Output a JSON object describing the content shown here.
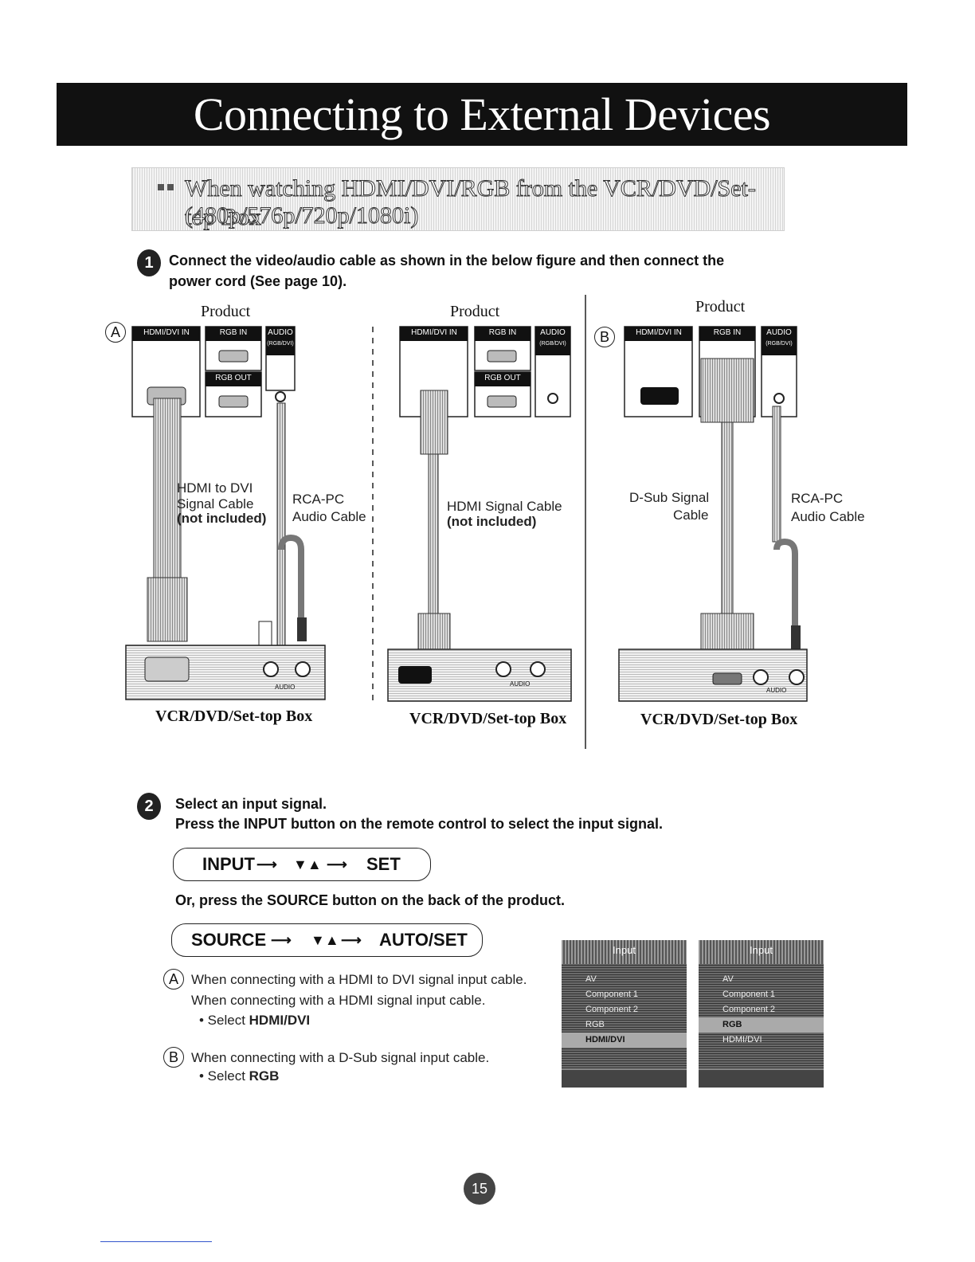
{
  "page_title": "Connecting to External Devices",
  "section": {
    "line1": "When watching HDMI/DVI/RGB from the VCR/DVD/Set-top Box",
    "line2": "(480p/576p/720p/1080i)"
  },
  "step1": {
    "badge": "1",
    "text_line1": "Connect the video/audio cable as shown in the below figure and then connect the",
    "text_line2": "power cord (See page 10)."
  },
  "diagrams": {
    "product_label": "Product",
    "device_label": "VCR/DVD/Set-top Box",
    "tag_a": "A",
    "tag_b": "B",
    "ports": {
      "hdmi_dvi_in": "HDMI/DVI IN",
      "rgb_in": "RGB IN",
      "rgb_out": "RGB OUT",
      "audio": "AUDIO",
      "audio_sub": "(RGB/DVI)",
      "audio_out": "AUDIO"
    },
    "a1": {
      "cable1_line1": "HDMI to DVI",
      "cable1_line2": "Signal Cable",
      "cable1_line3": "(not included)",
      "cable2_line1": "RCA-PC",
      "cable2_line2": "Audio Cable"
    },
    "a2": {
      "cable_line1": "HDMI Signal Cable",
      "cable_line2": "(not included)"
    },
    "b": {
      "cable1_line1": "D-Sub Signal",
      "cable1_line2": "Cable",
      "cable2_line1": "RCA-PC",
      "cable2_line2": "Audio Cable"
    }
  },
  "step2": {
    "badge": "2",
    "line1": "Select an input signal.",
    "line2": "Press the INPUT button on the remote control to select the input signal.",
    "seq1": {
      "a": "INPUT",
      "b": "SET"
    },
    "or_text": "Or, press the SOURCE button on the back of the product.",
    "seq2": {
      "a": "SOURCE",
      "b": "AUTO/SET"
    },
    "arrow_glyph": "⟶",
    "updown_glyph": "▼▲"
  },
  "notes": {
    "a_tag": "A",
    "a_line1": "When connecting with a HDMI to DVI signal input cable.",
    "a_line2": "When connecting with a HDMI signal input cable.",
    "a_select_prefix": "• Select ",
    "a_select_value": "HDMI/DVI",
    "b_tag": "B",
    "b_line1": "When connecting with a D-Sub signal input cable.",
    "b_select_prefix": "• Select ",
    "b_select_value": "RGB"
  },
  "menus": [
    {
      "title": "Input",
      "items": [
        "AV",
        "Component 1",
        "Component 2",
        "RGB",
        "HDMI/DVI"
      ],
      "selected": "HDMI/DVI"
    },
    {
      "title": "Input",
      "items": [
        "AV",
        "Component 1",
        "Component 2",
        "RGB",
        "HDMI/DVI"
      ],
      "selected": "RGB"
    }
  ],
  "page_number": "15"
}
